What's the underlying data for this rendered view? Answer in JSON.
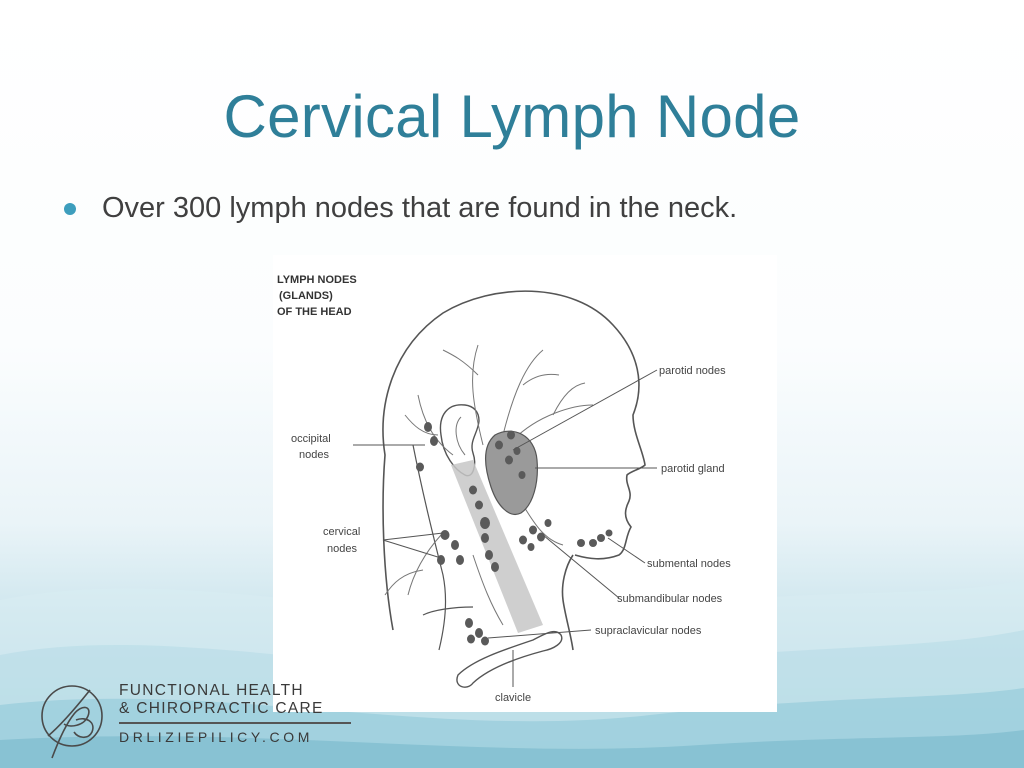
{
  "slide": {
    "title": "Cervical Lymph Node",
    "bullets": [
      "Over 300 lymph nodes that are found in the neck."
    ]
  },
  "figure": {
    "heading": [
      "LYMPH NODES",
      "(GLANDS)",
      "OF THE HEAD"
    ],
    "labels": {
      "parotid_nodes": "parotid nodes",
      "occipital_line1": "occipital",
      "occipital_line2": "nodes",
      "parotid_gland": "parotid gland",
      "cervical_line1": "cervical",
      "cervical_line2": "nodes",
      "submental_nodes": "submental nodes",
      "submandibular_nodes": "submandibular nodes",
      "supraclavicular_nodes": "supraclavicular nodes",
      "clavicle": "clavicle"
    }
  },
  "logo": {
    "line1": "FUNCTIONAL HEALTH",
    "line2": "& CHIROPRACTIC CARE",
    "url": "DRLIZIEPILICY.COM"
  },
  "colors": {
    "title": "#2f7f99",
    "bullet": "#3d9ebd",
    "body_text": "#404040",
    "wave_light": "#b7dce6",
    "wave_dark": "#6fb3c8"
  }
}
